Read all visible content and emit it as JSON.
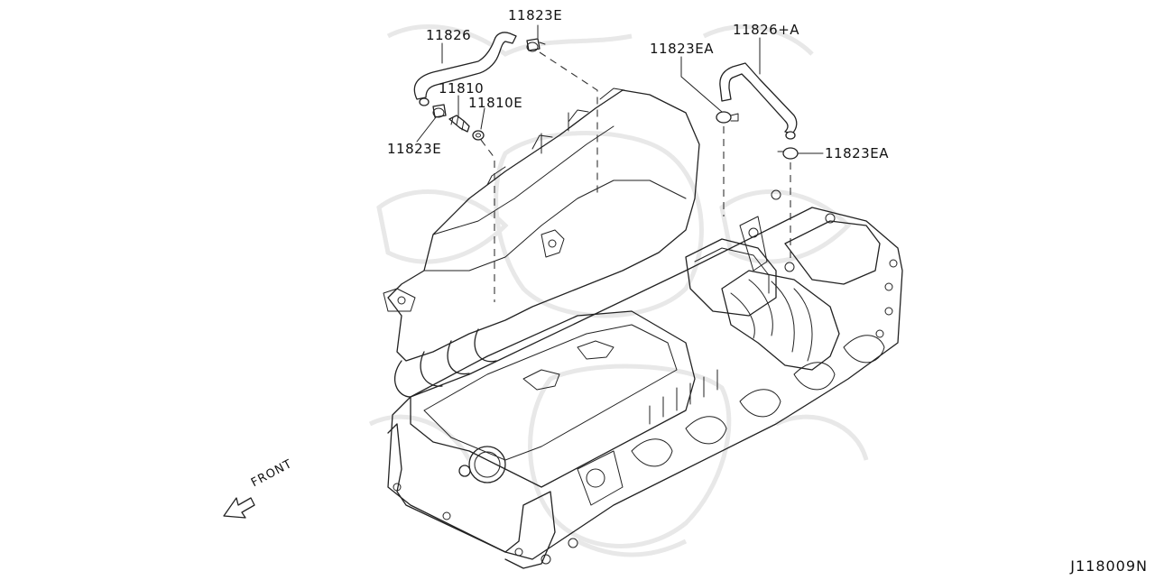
{
  "parts": [
    {
      "id": "hose-left",
      "number": "11826"
    },
    {
      "id": "clamp-top",
      "number": "11823E"
    },
    {
      "id": "valve",
      "number": "11810"
    },
    {
      "id": "washer",
      "number": "11810E"
    },
    {
      "id": "clamp-left",
      "number": "11823E"
    },
    {
      "id": "clamp-right-upper",
      "number": "11823EA"
    },
    {
      "id": "hose-right",
      "number": "11826+A"
    },
    {
      "id": "clamp-right-lower",
      "number": "11823EA"
    }
  ],
  "direction_label": "FRONT",
  "diagram_ref": "J118009N",
  "colors": {
    "line": "#222222",
    "watermark": "#e6e6e6",
    "background": "#ffffff"
  }
}
